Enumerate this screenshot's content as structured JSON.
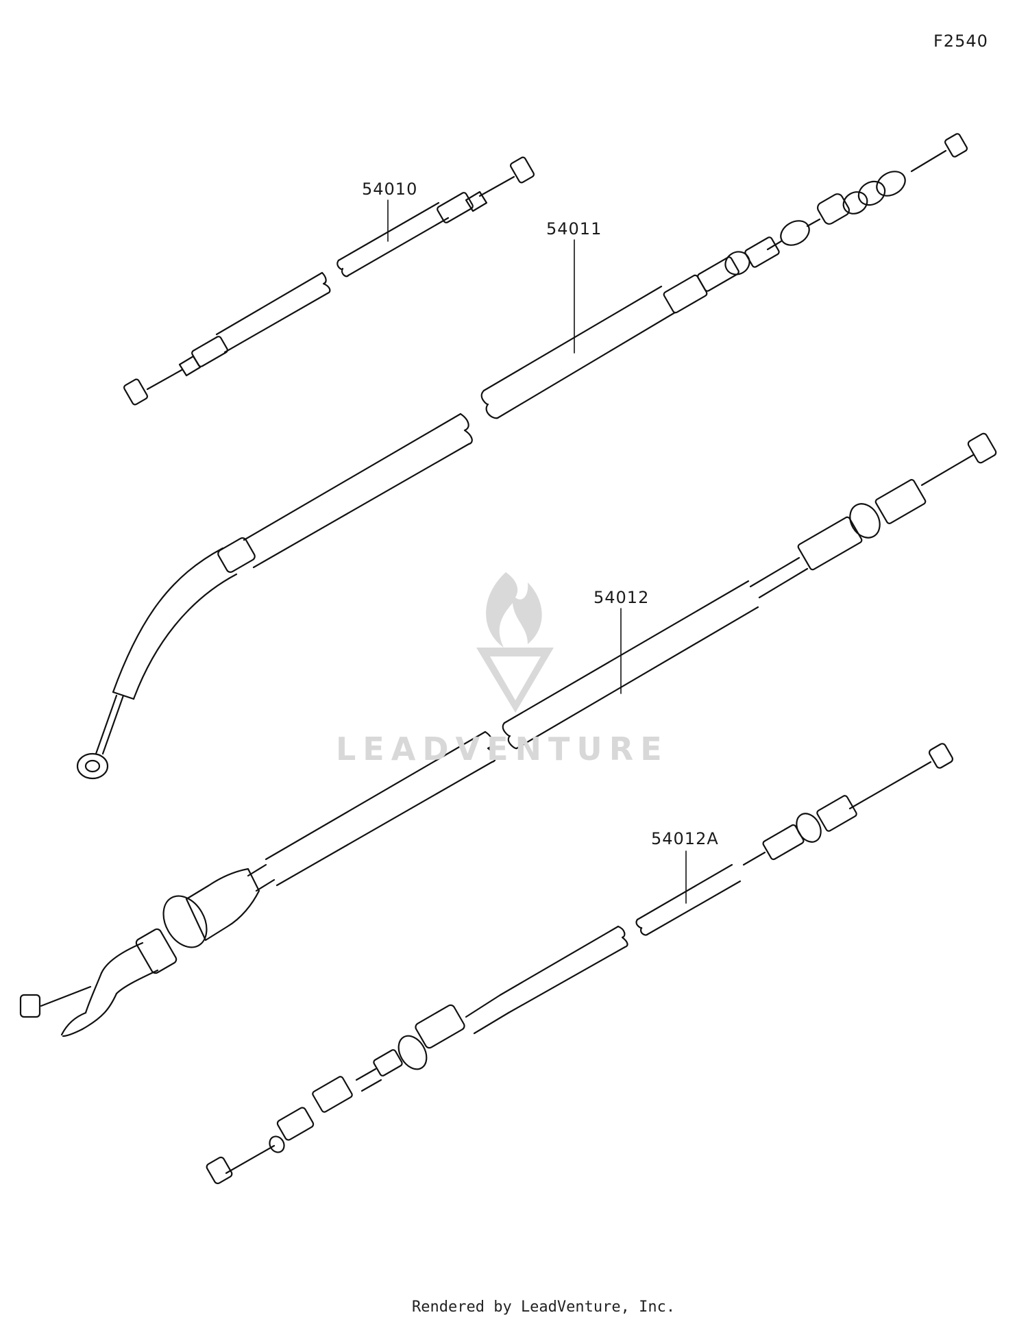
{
  "diagram": {
    "figure_code": "F2540",
    "parts": [
      {
        "number": "54010"
      },
      {
        "number": "54011"
      },
      {
        "number": "54012"
      },
      {
        "number": "54012A"
      }
    ],
    "watermark": "LEADVENTURE",
    "footer": "Rendered by LeadVenture, Inc."
  }
}
